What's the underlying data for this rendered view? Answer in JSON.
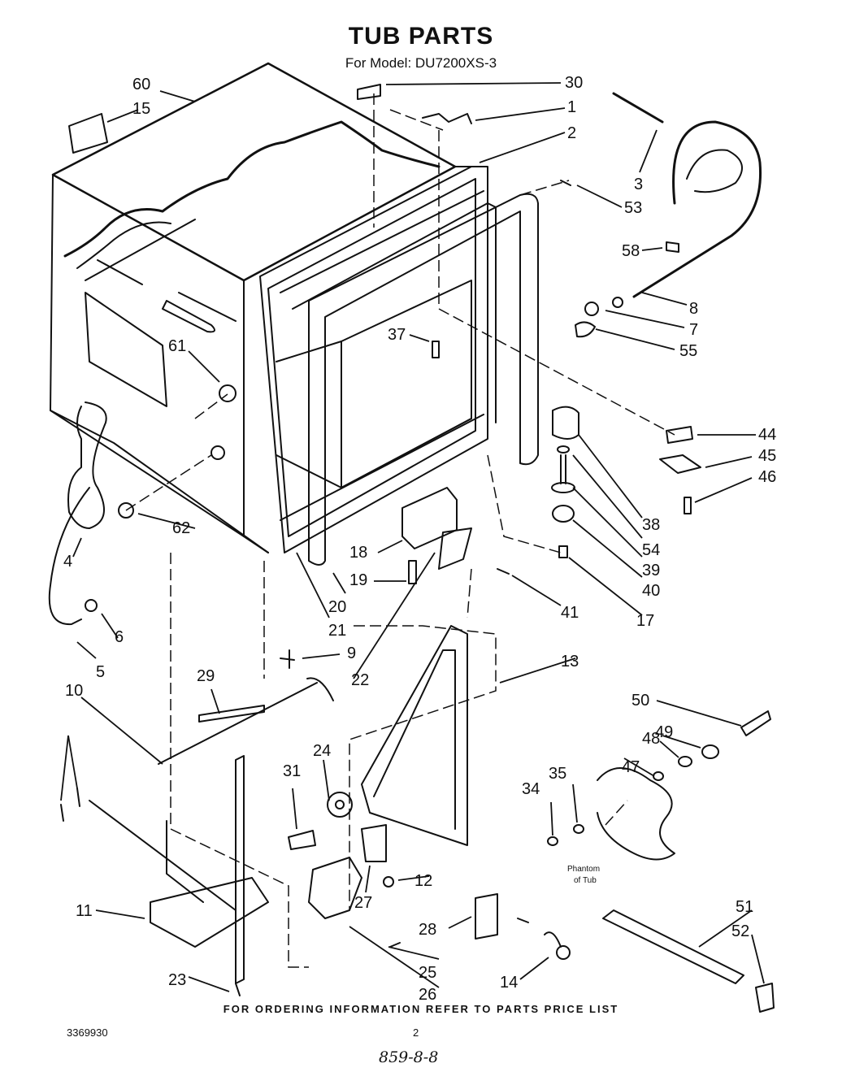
{
  "title": "TUB PARTS",
  "subtitle": "For Model: DU7200XS-3",
  "footer": "FOR ORDERING INFORMATION REFER TO PARTS PRICE LIST",
  "doc_number": "3369930",
  "page_number": "2",
  "handwritten_note": "859-8-8",
  "phantom_note": [
    "Phantom",
    "of Tub"
  ],
  "callouts": [
    "60",
    "15",
    "30",
    "1",
    "2",
    "3",
    "53",
    "58",
    "8",
    "7",
    "55",
    "37",
    "61",
    "44",
    "45",
    "46",
    "38",
    "54",
    "39",
    "40",
    "17",
    "41",
    "18",
    "19",
    "20",
    "21",
    "62",
    "4",
    "5",
    "6",
    "9",
    "22",
    "29",
    "10",
    "13",
    "50",
    "49",
    "48",
    "47",
    "35",
    "34",
    "24",
    "31",
    "12",
    "27",
    "11",
    "23",
    "28",
    "25",
    "26",
    "14",
    "51",
    "52"
  ]
}
